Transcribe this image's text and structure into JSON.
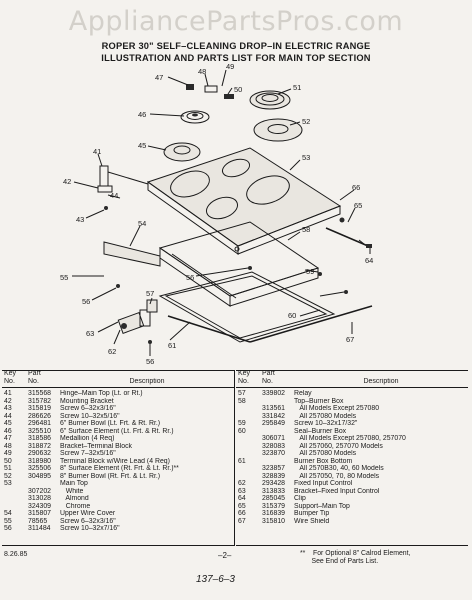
{
  "watermark": "AppliancePartsPros.com",
  "title": {
    "line1": "ROPER 30\" SELF–CLEANING DROP–IN ELECTRIC RANGE",
    "line2": "ILLUSTRATION AND PARTS LIST FOR MAIN TOP SECTION"
  },
  "callouts": {
    "c41": "41",
    "c42": "42",
    "c43": "43",
    "c44": "44",
    "c45": "45",
    "c46": "46",
    "c47": "47",
    "c48": "48",
    "c49": "49",
    "c50": "50",
    "c51": "51",
    "c52": "52",
    "c53": "53",
    "c54": "54",
    "c55": "55",
    "c56a": "56",
    "c56b": "56",
    "c56c": "56",
    "c57": "57",
    "c58": "58",
    "c59": "59",
    "c60": "60",
    "c61": "61",
    "c62": "62",
    "c63": "63",
    "c64": "64",
    "c65": "65",
    "c66": "66",
    "c67": "67"
  },
  "columns": {
    "key": "Key\nNo.",
    "part": "Part\nNo.",
    "desc": "Description"
  },
  "left_rows": [
    [
      "41",
      "315568",
      "Hinge–Main Top (Lt. or Rt.)"
    ],
    [
      "42",
      "315782",
      "Mounting Bracket"
    ],
    [
      "43",
      "315819",
      "Screw 6–32x3/16\""
    ],
    [
      "44",
      "286626",
      "Screw 10–32x5/16\""
    ],
    [
      "45",
      "296481",
      "6\" Burner Bowl (Lt. Frt. & Rt. Rr.)"
    ],
    [
      "46",
      "325510",
      "6\" Surface Element (Lt. Frt. & Rt. Rr.)"
    ],
    [
      "47",
      "318586",
      "Medallion (4 Req)"
    ],
    [
      "48",
      "318872",
      "Bracket–Terminal Block"
    ],
    [
      "49",
      "290632",
      "Screw 7–32x5/16\""
    ],
    [
      "50",
      "318980",
      "Terminal Block w/Wire Lead (4 Req)"
    ],
    [
      "51",
      "325506",
      "8\" Surface Element (Rt. Frt. & Lt. Rr.)**"
    ],
    [
      "52",
      "304895",
      "8\" Burner Bowl (Rt. Frt. & Lt. Rr.)"
    ],
    [
      "53",
      "",
      "Main Top"
    ],
    [
      "",
      "307202",
      "   White"
    ],
    [
      "",
      "313028",
      "   Almond"
    ],
    [
      "",
      "324309",
      "   Chrome"
    ],
    [
      "54",
      "315807",
      "Upper Wire Cover"
    ],
    [
      "55",
      "78565",
      "Screw 6–32x3/16\""
    ],
    [
      "56",
      "311484",
      "Screw 10–32x7/16\""
    ]
  ],
  "right_rows": [
    [
      "57",
      "339802",
      "Relay"
    ],
    [
      "58",
      "",
      "Top–Burner Box"
    ],
    [
      "",
      "313561",
      "   All Models Except 257080"
    ],
    [
      "",
      "331842",
      "   All 257080 Models"
    ],
    [
      "59",
      "295849",
      "Screw 10–32x17/32\""
    ],
    [
      "60",
      "",
      "Seal–Burner Box"
    ],
    [
      "",
      "306071",
      "   All Models Except 257080, 257070"
    ],
    [
      "",
      "328083",
      "   All 257060, 257070 Models"
    ],
    [
      "",
      "323870",
      "   All 257080 Models"
    ],
    [
      "61",
      "",
      "Burner Box Bottom"
    ],
    [
      "",
      "323857",
      "   All 2570B30, 40, 60 Models"
    ],
    [
      "",
      "328839",
      "   All 257050, 70, 80 Models"
    ],
    [
      "62",
      "293428",
      "Fixed Input Control"
    ],
    [
      "63",
      "313833",
      "Bracket–Fixed Input Control"
    ],
    [
      "64",
      "285045",
      "Clip"
    ],
    [
      "65",
      "315379",
      "Support–Main Top"
    ],
    [
      "66",
      "316839",
      "Bumper Tip"
    ],
    [
      "67",
      "315810",
      "Wire Shield"
    ]
  ],
  "date": "8.26.85",
  "page_number": "–2–",
  "footnote": {
    "line1": "**    For Optional 8\" Calrod Element,",
    "line2": "      See End of Parts List."
  },
  "document_code": "137–6–3"
}
